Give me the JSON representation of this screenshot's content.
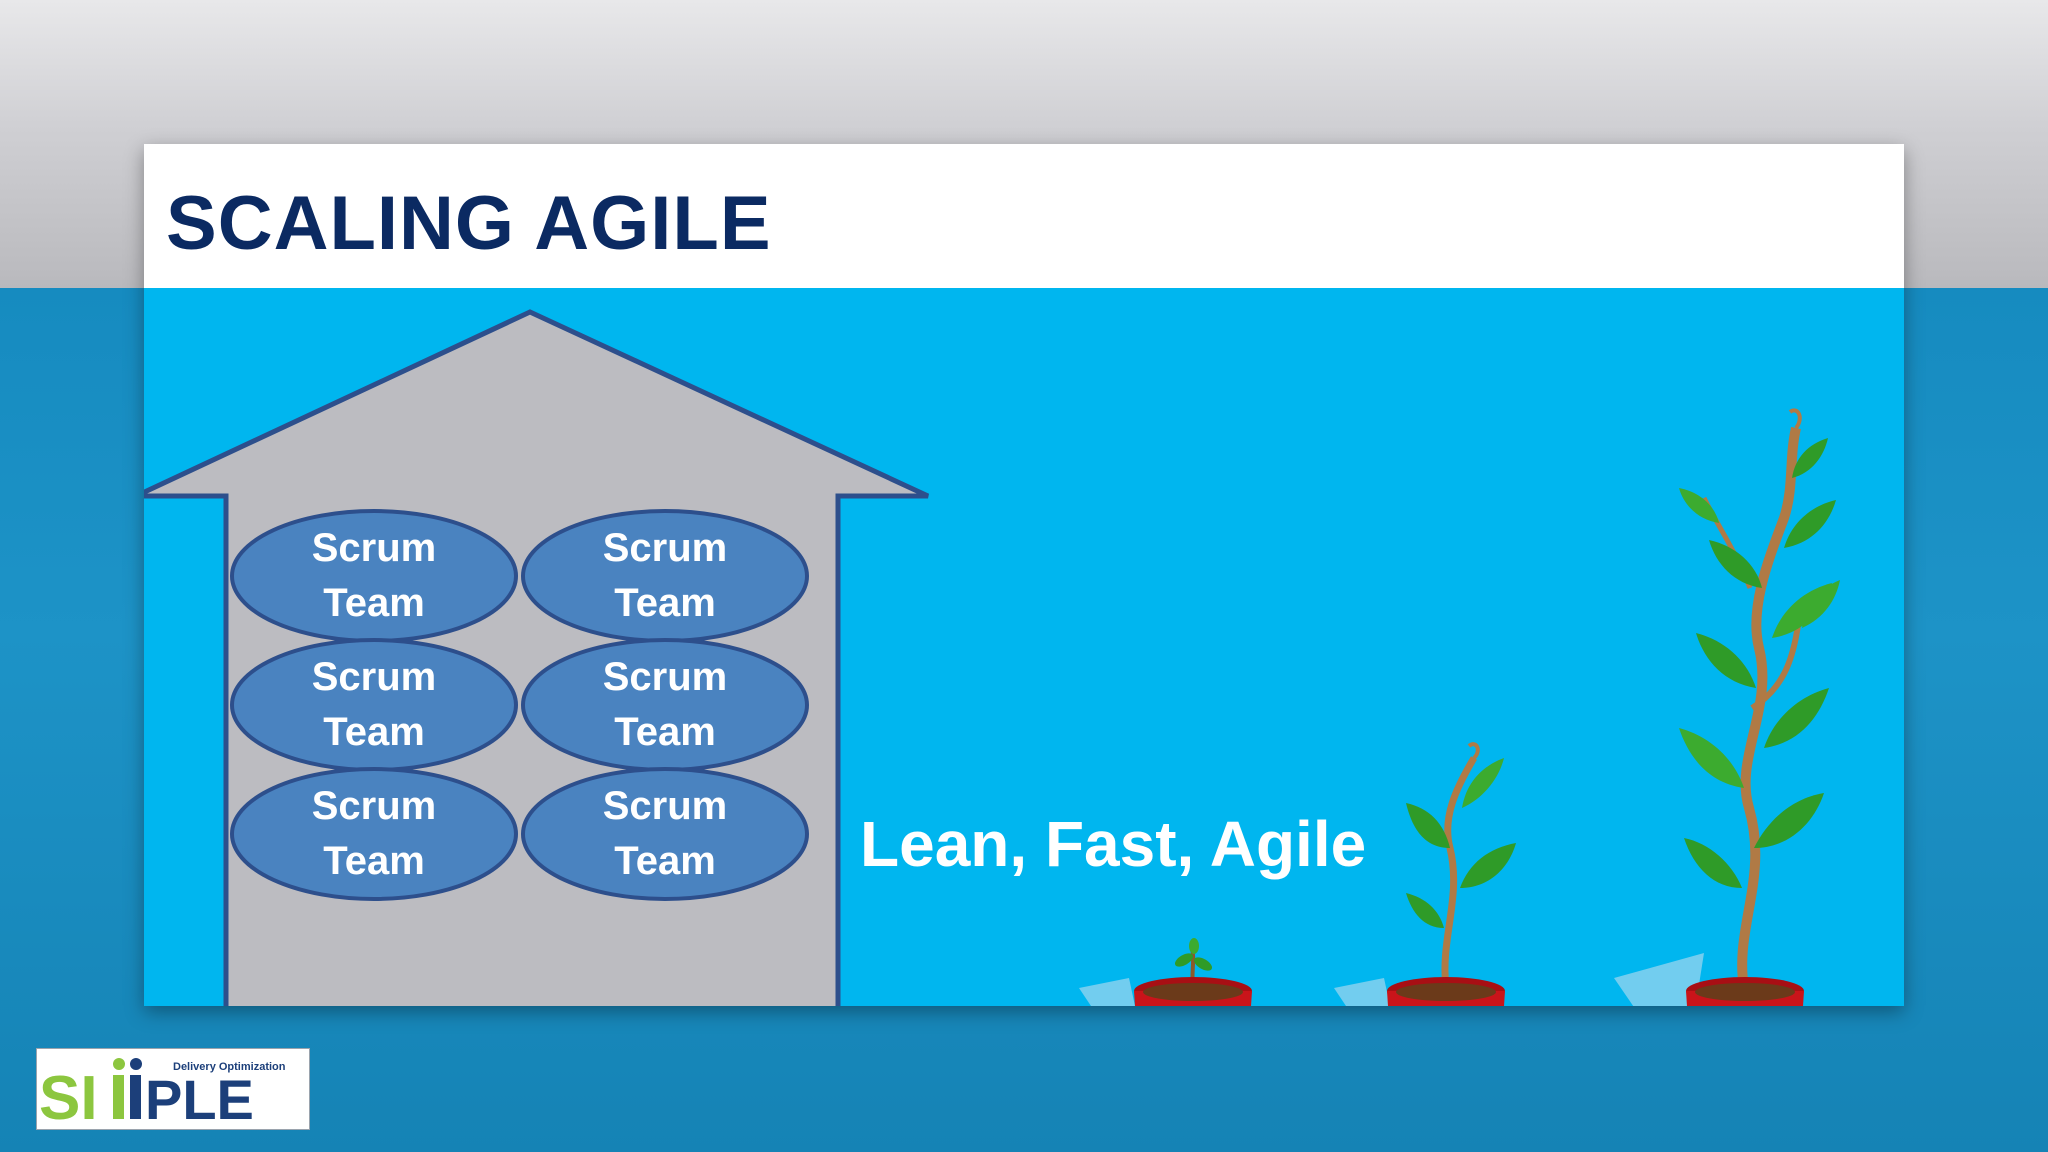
{
  "slide": {
    "title": "SCALING AGILE",
    "tagline": "Lean, Fast, Agile"
  },
  "house": {
    "teams": [
      {
        "line1": "Scrum",
        "line2": "Team"
      },
      {
        "line1": "Scrum",
        "line2": "Team"
      },
      {
        "line1": "Scrum",
        "line2": "Team"
      },
      {
        "line1": "Scrum",
        "line2": "Team"
      },
      {
        "line1": "Scrum",
        "line2": "Team"
      },
      {
        "line1": "Scrum",
        "line2": "Team"
      }
    ]
  },
  "logo": {
    "subtitle": "Delivery Optimization",
    "wordmark_green": "SI",
    "wordmark_blue": "PLE"
  },
  "colors": {
    "title": "#0b2a62",
    "slide_background": "#00b6ef",
    "house_fill": "#bcbcc1",
    "house_outline": "#2d4f8c",
    "oval_fill": "#4a83c0",
    "pot_red": "#c9141a",
    "leaf_green": "#2f9b28",
    "logo_green": "#8cc63f",
    "logo_blue": "#1c3f7a"
  },
  "icons": [
    "house-shape",
    "plant-pot-icon",
    "logo-icon"
  ]
}
